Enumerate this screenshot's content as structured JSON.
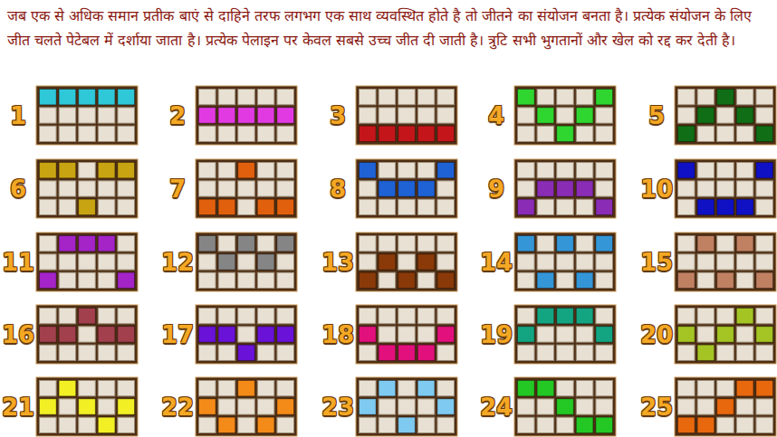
{
  "diagram": {
    "labels": [
      "जब एक से अधिक समान प्रतीक बाएं से दाहिने तरफ लगभग एक साथ व्यवस्थित होते है तो जीतने का संयोजन बनता है। प्रत्येक संयोजन के लिए जीत चलते पेटेबल में दर्शाया जाता है। प्रत्येक पेलाइन पर केवल सबसे उच्च जीत दी जाती है। त्रुटि सभी भुगतानों और खेल को रद्द कर देती है।",
      "1",
      "2",
      "3",
      "4",
      "5",
      "6",
      "7",
      "8",
      "9",
      "10",
      "11",
      "12",
      "13",
      "14",
      "15",
      "16",
      "17",
      "18",
      "19",
      "20",
      "21",
      "22",
      "23",
      "24",
      "25"
    ]
  }
}
